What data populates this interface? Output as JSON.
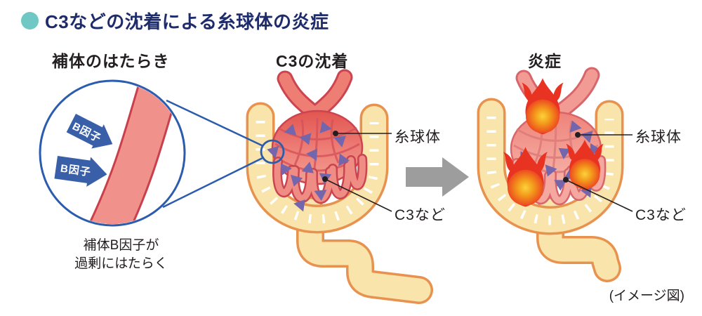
{
  "title": {
    "text": "C3などの沈着による糸球体の炎症",
    "bullet_color": "#6fc8c3",
    "text_color": "#1e2c6b"
  },
  "panels": {
    "complement": {
      "heading": "補体のはたらき",
      "factor_arrow_labels": [
        "B因子",
        "B因子"
      ],
      "caption_lines": [
        "補体B因子が",
        "過剰にはたらく"
      ]
    },
    "deposition": {
      "heading": "C3の沈着",
      "label_glomerulus": "糸球体",
      "label_c3": "C3など"
    },
    "inflammation": {
      "heading": "炎症",
      "label_glomerulus": "糸球体",
      "label_c3": "C3など"
    }
  },
  "footnote": "(イメージ図)",
  "colors": {
    "accent_teal": "#6fc8c3",
    "title_navy": "#1e2c6b",
    "text_dark": "#231f20",
    "magnifier_blue": "#2b5cad",
    "factor_arrow_blue": "#3a5fa9",
    "vessel_pink": "#f0918c",
    "vessel_edge": "#c9404d",
    "capsule_cream": "#f9e4ac",
    "capsule_edge": "#e8924f",
    "tuft_salmon": "#ee8078",
    "tuft_edge": "#cb4450",
    "deposit_purple": "#7366ac",
    "transition_gray": "#9d9d9d",
    "flame_red": "#e93322",
    "flame_core_orange": "#f39b1b"
  }
}
